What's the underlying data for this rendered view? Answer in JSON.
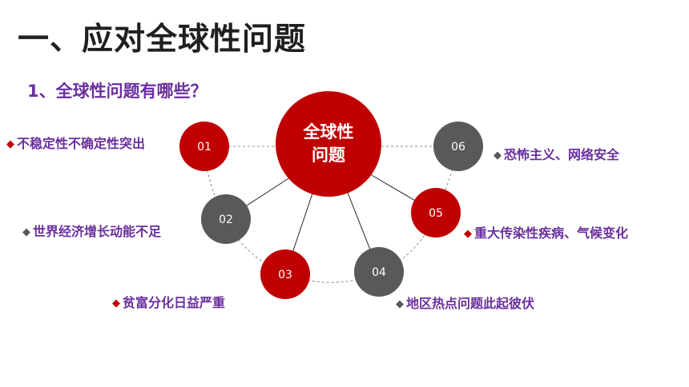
{
  "slide": {
    "title": "一、应对全球性问题",
    "subtitle": "1、全球性问题有哪些？"
  },
  "diagram": {
    "center_label_line1": "全球性",
    "center_label_line2": "问题",
    "nodes": [
      {
        "number": "01",
        "text": "不稳定性不确定性突出",
        "color": "#c00000"
      },
      {
        "number": "02",
        "text": "世界经济增长动能不足",
        "color": "#595959"
      },
      {
        "number": "03",
        "text": "贫富分化日益严重",
        "color": "#c00000"
      },
      {
        "number": "04",
        "text": "地区热点问题此起彼伏",
        "color": "#595959"
      },
      {
        "number": "05",
        "text": "重大传染性疾病、气候变化",
        "color": "#c00000"
      },
      {
        "number": "06",
        "text": "恐怖主义、网络安全",
        "color": "#595959"
      }
    ],
    "marker_glyph": "◆"
  },
  "colors": {
    "red": "#c00000",
    "gray": "#595959",
    "purple": "#6a2f9e",
    "title": "#1f1f1f"
  }
}
